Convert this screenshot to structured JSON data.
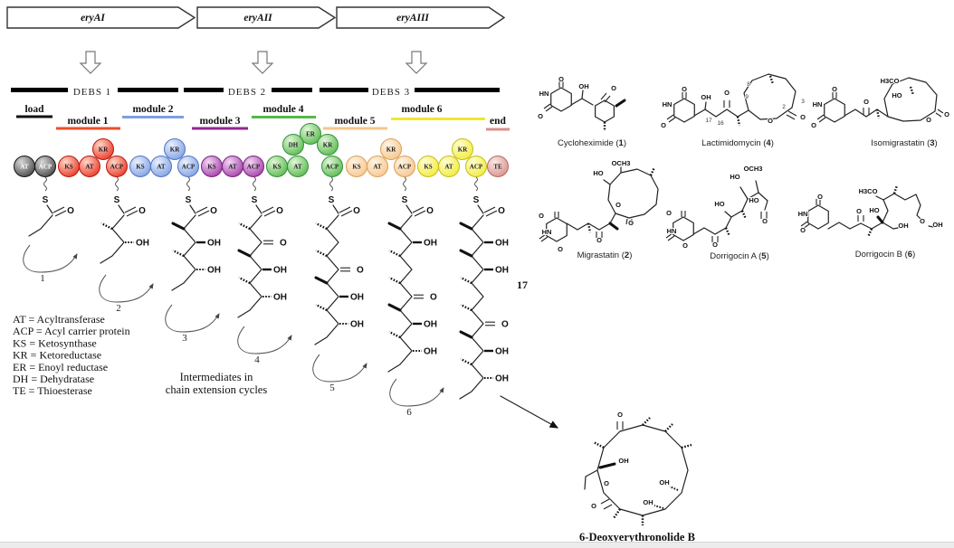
{
  "genes": [
    {
      "label": "eryAI"
    },
    {
      "label": "eryAII"
    },
    {
      "label": "eryAIII"
    }
  ],
  "debs": [
    "DEBS 1",
    "DEBS 2",
    "DEBS 3"
  ],
  "modules": [
    {
      "label": "load",
      "color": "#111111"
    },
    {
      "label": "module 1",
      "color": "#e84f28"
    },
    {
      "label": "module 2",
      "color": "#7e9fe3"
    },
    {
      "label": "module 3",
      "color": "#93278f"
    },
    {
      "label": "module 4",
      "color": "#54b948"
    },
    {
      "label": "module 5",
      "color": "#f6c68b"
    },
    {
      "label": "module 6",
      "color": "#efe72e"
    },
    {
      "label": "end",
      "color": "#d98f8b"
    }
  ],
  "palettes": {
    "gray": {
      "light": "#d8d8d8",
      "base": "#454545",
      "stroke": "#151515",
      "text": "#ffffff"
    },
    "red": {
      "light": "#ffd6c8",
      "base": "#ea3323",
      "stroke": "#b51c0c",
      "text": "#1c1c1c"
    },
    "blue": {
      "light": "#e9f0fd",
      "base": "#7e9fe3",
      "stroke": "#4f74c4",
      "text": "#1c1c1c"
    },
    "purple": {
      "light": "#f3d7f4",
      "base": "#a23aa6",
      "stroke": "#76227b",
      "text": "#1c1c1c"
    },
    "green": {
      "light": "#e2f6da",
      "base": "#54b948",
      "stroke": "#35913a",
      "text": "#1c1c1c"
    },
    "peach": {
      "light": "#fef3e3",
      "base": "#f7c68b",
      "stroke": "#d9a055",
      "text": "#1c1c1c"
    },
    "yellow": {
      "light": "#fffdd4",
      "base": "#f1eb35",
      "stroke": "#c4bd1a",
      "text": "#1c1c1c"
    },
    "rose": {
      "light": "#fae8e4",
      "base": "#d98f8b",
      "stroke": "#b06c68",
      "text": "#1c1c1c"
    }
  },
  "track": [
    {
      "module": "load",
      "palette": "gray",
      "domains": [
        "AT",
        "ACP"
      ]
    },
    {
      "module": "module 1",
      "palette": "red",
      "domains": [
        "KS",
        "AT",
        "KR",
        "ACP"
      ]
    },
    {
      "module": "module 2",
      "palette": "blue",
      "domains": [
        "KS",
        "AT",
        "KR",
        "ACP"
      ]
    },
    {
      "module": "module 3",
      "palette": "purple",
      "domains": [
        "KS",
        "AT",
        "ACP"
      ]
    },
    {
      "module": "module 4",
      "palette": "green",
      "domains": [
        "KS",
        "AT",
        "DH",
        "ER",
        "KR",
        "ACP"
      ]
    },
    {
      "module": "module 5",
      "palette": "peach",
      "domains": [
        "KS",
        "AT",
        "KR",
        "ACP"
      ]
    },
    {
      "module": "module 6",
      "palette": "yellow",
      "domains": [
        "KS",
        "AT",
        "KR",
        "ACP"
      ]
    },
    {
      "module": "end",
      "palette": "rose",
      "domains": [
        "TE"
      ]
    }
  ],
  "chain_symbols": {
    "s": "S",
    "o": "O",
    "oh": "OH"
  },
  "chains": [
    {
      "carbons": [
        {},
        {}
      ]
    },
    {
      "carbons": [
        {
          "me": "h"
        },
        {
          "o": "OHh"
        },
        {},
        {}
      ]
    },
    {
      "carbons": [
        {
          "me": "w"
        },
        {
          "o": "OH"
        },
        {
          "me": "h"
        },
        {
          "o": "OHh"
        },
        {},
        {}
      ]
    },
    {
      "carbons": [
        {
          "me": "h"
        },
        {
          "o": "O"
        },
        {
          "me": "w"
        },
        {
          "o": "OH"
        },
        {
          "me": "h"
        },
        {
          "o": "OHh"
        },
        {},
        {}
      ]
    },
    {
      "carbons": [
        {
          "me": "h"
        },
        {},
        {
          "me": "h"
        },
        {
          "o": "O"
        },
        {
          "me": "w"
        },
        {
          "o": "OH"
        },
        {
          "me": "h"
        },
        {
          "o": "OHh"
        },
        {},
        {}
      ]
    },
    {
      "carbons": [
        {
          "me": "w"
        },
        {
          "o": "OH"
        },
        {
          "me": "h"
        },
        {},
        {
          "me": "h"
        },
        {
          "o": "O"
        },
        {
          "me": "w"
        },
        {
          "o": "OH"
        },
        {
          "me": "h"
        },
        {
          "o": "OHh"
        },
        {},
        {}
      ]
    },
    {
      "carbons": [
        {
          "me": "w"
        },
        {
          "o": "OH"
        },
        {
          "me": "w"
        },
        {
          "o": "OH"
        },
        {
          "me": "h"
        },
        {},
        {
          "me": "h"
        },
        {
          "o": "O"
        },
        {
          "me": "w"
        },
        {
          "o": "OH"
        },
        {
          "me": "h"
        },
        {
          "o": "OHh"
        },
        {},
        {}
      ]
    }
  ],
  "cycle_numbers": [
    "1",
    "2",
    "3",
    "4",
    "5",
    "6"
  ],
  "heptaketide_number": "17",
  "legend": [
    "AT = Acyltransferase",
    "ACP = Acyl carrier protein",
    "KS = Ketosynthase",
    "KR = Ketoreductase",
    "ER = Enoyl reductase",
    "DH = Dehydratase",
    "TE = Thioesterase"
  ],
  "note_lines": [
    "Intermediates in",
    "chain extension cycles"
  ],
  "compounds": [
    {
      "name": "Cycloheximide",
      "number": "1",
      "atoms": [
        "O",
        "HN",
        "O",
        "OH",
        "O"
      ]
    },
    {
      "name": "Lactimidomycin",
      "number": "4",
      "atoms": [
        "O",
        "HN",
        "O",
        "OH",
        "O",
        "O",
        "O"
      ],
      "positions": [
        "17",
        "16",
        "8",
        "9",
        "2",
        "3"
      ]
    },
    {
      "name": "Isomigrastatin",
      "number": "3",
      "atoms": [
        "O",
        "HN",
        "O",
        "O",
        "H3CO",
        "HO",
        "O",
        "O"
      ]
    },
    {
      "name": "Migrastatin",
      "number": "2",
      "atoms": [
        "OCH3",
        "HO",
        "O",
        "O",
        "O",
        "HN",
        "O",
        "O"
      ]
    },
    {
      "name": "Dorrigocin A",
      "number": "5",
      "atoms": [
        "OCH3",
        "HO",
        "HO",
        "HO",
        "O",
        "O",
        "O",
        "HN",
        "O"
      ]
    },
    {
      "name": "Dorrigocin B",
      "number": "6",
      "atoms": [
        "H3CO",
        "HO",
        "O",
        "OH",
        "O",
        "OH",
        "O",
        "HN",
        "O"
      ]
    }
  ],
  "product": {
    "name": "6-Deoxyerythronolide B",
    "atoms": [
      "O",
      "OH",
      "OH",
      "OH",
      "O",
      "O"
    ]
  }
}
